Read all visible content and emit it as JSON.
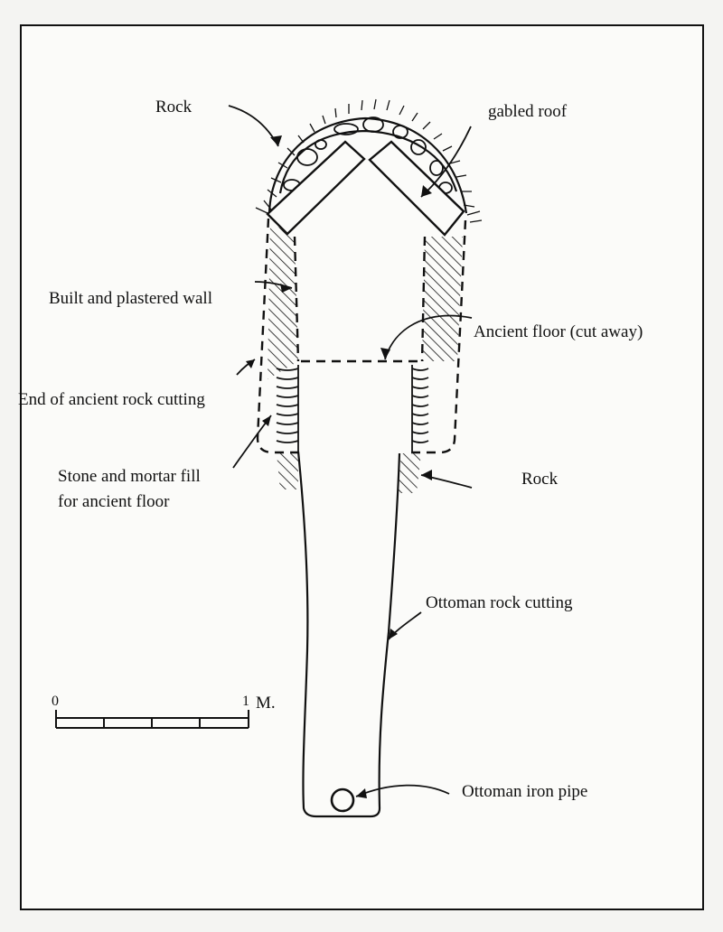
{
  "labels": {
    "rock_top": "Rock",
    "gabled_roof": "gabled roof",
    "built_wall": "Built and plastered wall",
    "ancient_floor": "Ancient floor (cut away)",
    "end_cutting": "End of ancient rock cutting",
    "stone_fill_line1": "Stone and mortar fill",
    "stone_fill_line2": "for ancient floor",
    "rock_right": "Rock",
    "ottoman_cutting": "Ottoman rock cutting",
    "ottoman_pipe": "Ottoman iron pipe"
  },
  "scale_bar": {
    "start": "0",
    "end": "1",
    "unit": "M."
  }
}
